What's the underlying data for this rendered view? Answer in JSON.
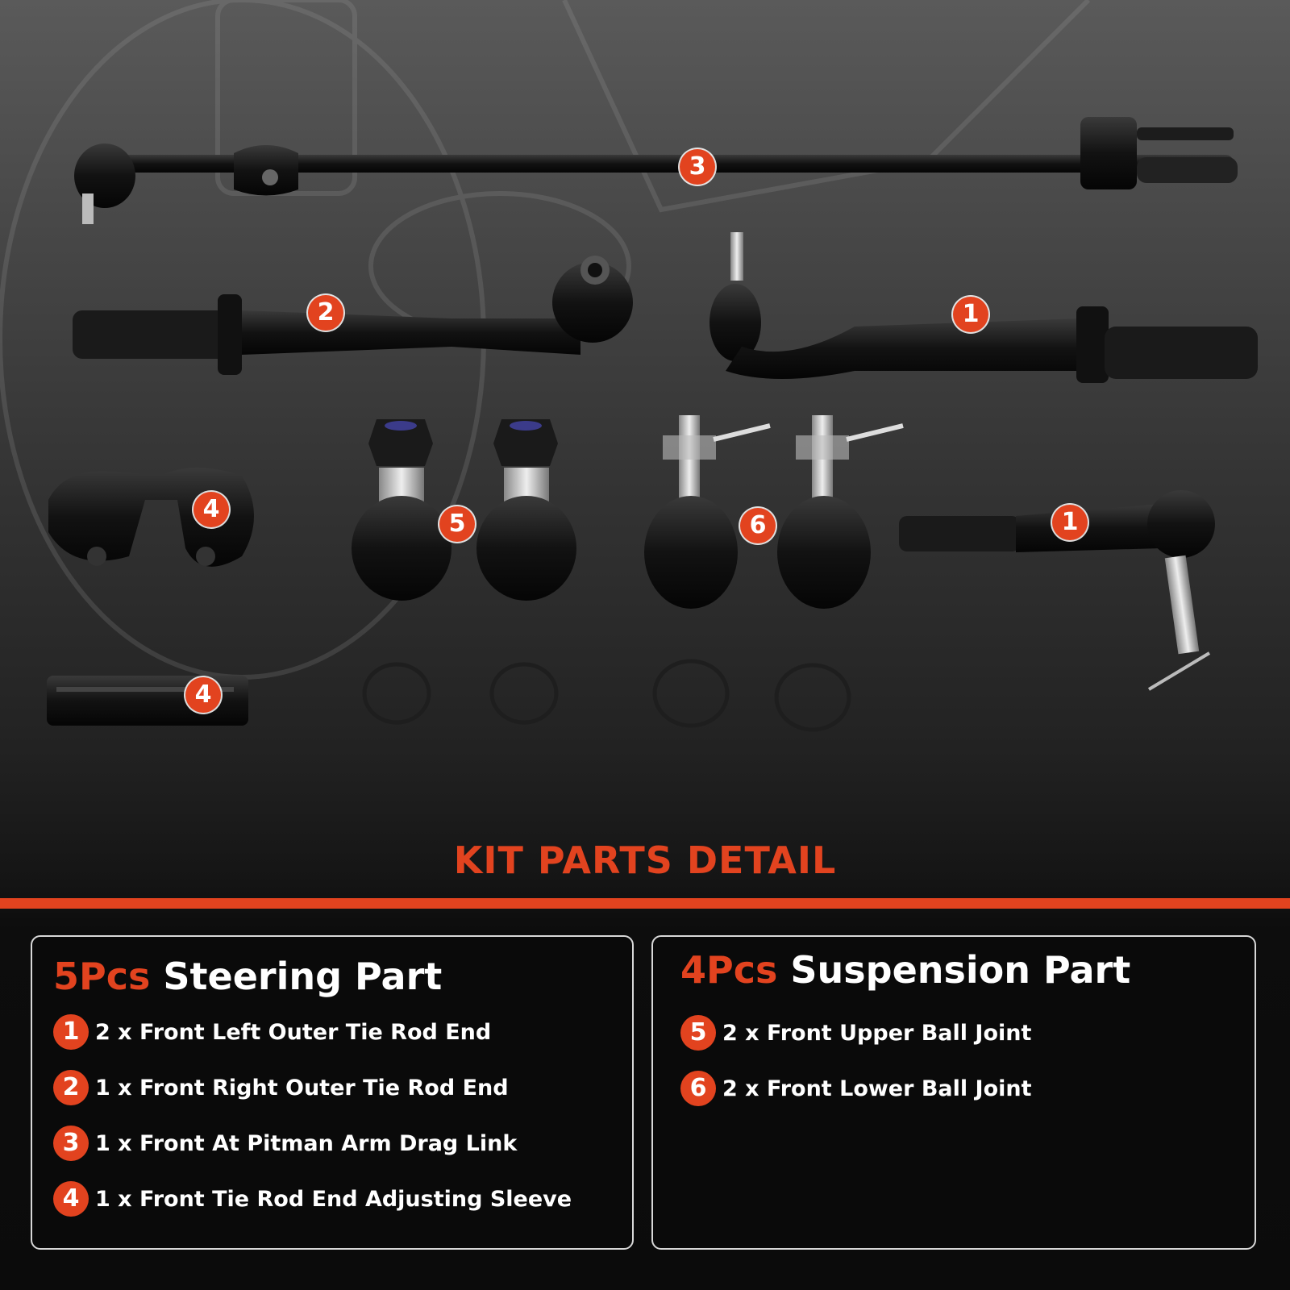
{
  "markers": [
    "3",
    "2",
    "1",
    "4",
    "5",
    "6",
    "1",
    "4"
  ],
  "heading": "KIT PARTS DETAIL",
  "steering": {
    "count": "5Pcs",
    "title": "Steering Part",
    "items": [
      {
        "num": "1",
        "text": "2 x Front Left Outer Tie Rod End"
      },
      {
        "num": "2",
        "text": "1 x Front Right Outer Tie Rod End"
      },
      {
        "num": "3",
        "text": "1 x Front At Pitman Arm Drag Link"
      },
      {
        "num": "4",
        "text": "1 x Front Tie Rod End Adjusting Sleeve"
      }
    ]
  },
  "suspension": {
    "count": "4Pcs",
    "title": "Suspension Part",
    "items": [
      {
        "num": "5",
        "text": "2 x Front Upper Ball Joint"
      },
      {
        "num": "6",
        "text": "2 x Front Lower Ball Joint"
      }
    ]
  },
  "colors": {
    "accent": "#e2431f",
    "background": "#0c0c0c",
    "panel_border": "#d8d8d8"
  }
}
